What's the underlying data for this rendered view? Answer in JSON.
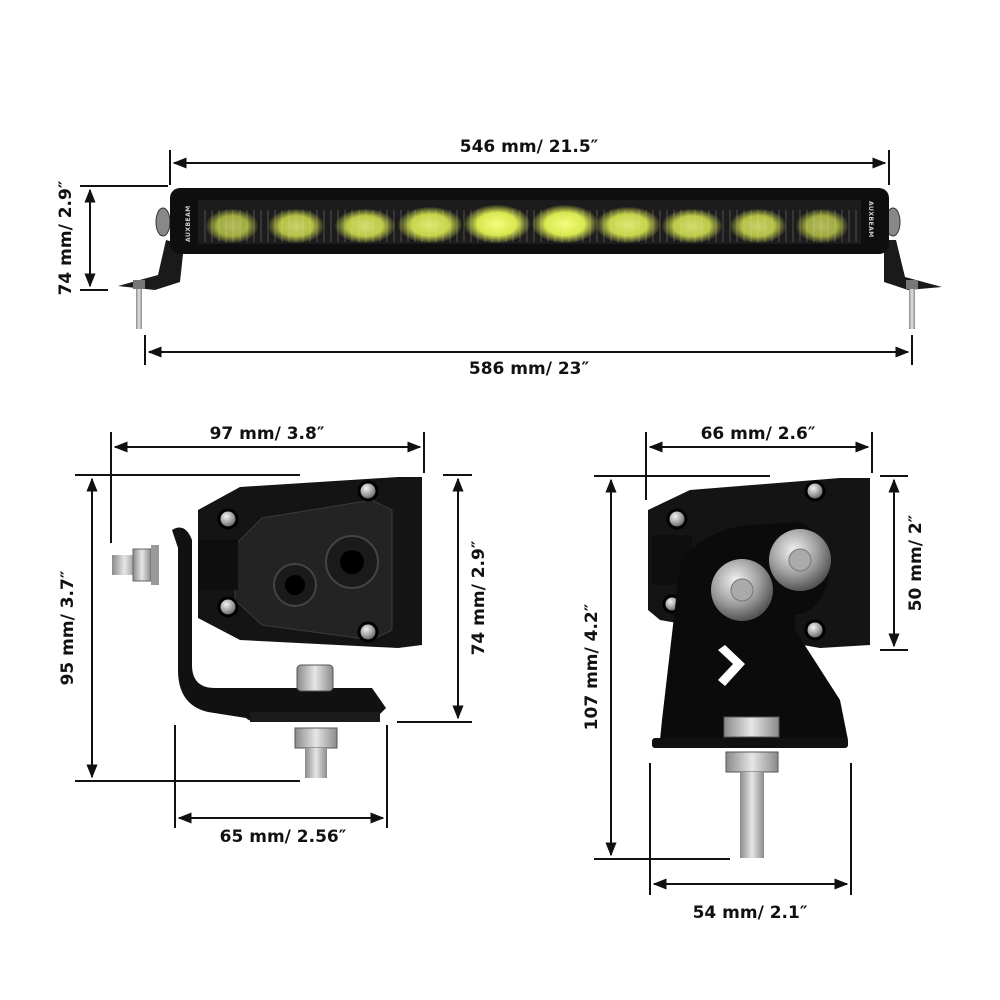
{
  "diagram": {
    "subject": "LED light bar dimension drawing",
    "brand_mark": "AUXBEAM",
    "colors": {
      "background": "#ffffff",
      "housing": "#121212",
      "led_glow": "#e8f25a",
      "dimension_lines": "#111111",
      "metal": "#b8b8b8"
    },
    "front_view": {
      "width_body": "546 mm/ 21.5″",
      "width_overall": "586 mm/ 23″",
      "height": "74 mm/ 2.9″"
    },
    "side_view": {
      "depth": "97 mm/ 3.8″",
      "height_total": "95 mm/ 3.7″",
      "height_body": "74 mm/ 2.9″",
      "bracket_width": "65 mm/ 2.56″"
    },
    "end_view": {
      "width": "66 mm/ 2.6″",
      "height_body": "50 mm/ 2″",
      "height_total": "107 mm/ 4.2″",
      "bracket_width": "54 mm/ 2.1″"
    }
  }
}
